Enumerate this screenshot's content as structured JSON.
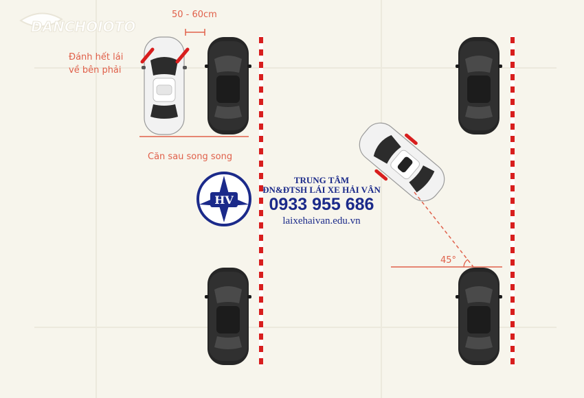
{
  "brand": {
    "logo_text": "DANCHOIOTO"
  },
  "labels": {
    "gap_distance": "50 - 60cm",
    "steer_line1": "Đánh hết lái",
    "steer_line2": "về bên phải",
    "rear_parallel": "Căn sau song song",
    "angle": "45°"
  },
  "watermark": {
    "emblem_text": "HV",
    "line1": "TRUNG TÂM",
    "line2": "ĐN&ĐTSH LÁI XE HẢI VÂN",
    "phone": "0933 955 686",
    "website": "laixehaivan.edu.vn"
  },
  "colors": {
    "background": "#f7f5ec",
    "label": "#e0604a",
    "pole_red": "#d81e1e",
    "car_black": "#262626",
    "car_white": "#f2f2f2",
    "watermark_blue": "#1b2a8a",
    "wheel_red": "#d81e1e"
  }
}
